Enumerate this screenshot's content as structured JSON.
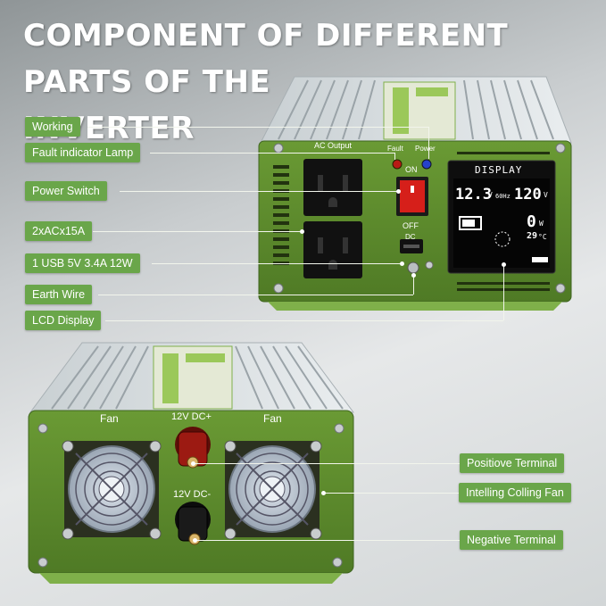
{
  "title": {
    "line1": "COMPONENT OF DIFFERENT PARTS OF THE",
    "line2": "INVERTER"
  },
  "top_labels": {
    "working": "Working",
    "fault_lamp": "Fault indicator Lamp",
    "power_switch": "Power Switch",
    "ac_outlets": "2xACx15A",
    "usb": "1 USB 5V 3.4A 12W",
    "earth_wire": "Earth Wire",
    "lcd_display": "LCD Display"
  },
  "front_panel": {
    "ac_output": "AC Output",
    "fault": "Fault",
    "power": "Power",
    "on": "ON",
    "off": "OFF",
    "dc": "DC",
    "display_title": "DISPLAY",
    "lcd_input": "12.3",
    "lcd_input_unit": "V",
    "lcd_hz": "60Hz",
    "lcd_output": "120",
    "lcd_output_unit": "V",
    "lcd_watts": "0",
    "lcd_watts_unit": "W",
    "lcd_temp": "29",
    "lcd_temp_unit": "°C"
  },
  "rear_panel": {
    "fan_left": "Fan",
    "fan_right": "Fan",
    "dc_plus": "12V DC+",
    "dc_minus": "12V DC-"
  },
  "bottom_labels": {
    "positive": "Positiove Terminal",
    "fan": "Intelling Colling Fan",
    "negative": "Negative Terminal"
  },
  "colors": {
    "body_green": "#5d8a2e",
    "label_green": "#6aa64a",
    "terminal_red": "#9c1a12"
  }
}
